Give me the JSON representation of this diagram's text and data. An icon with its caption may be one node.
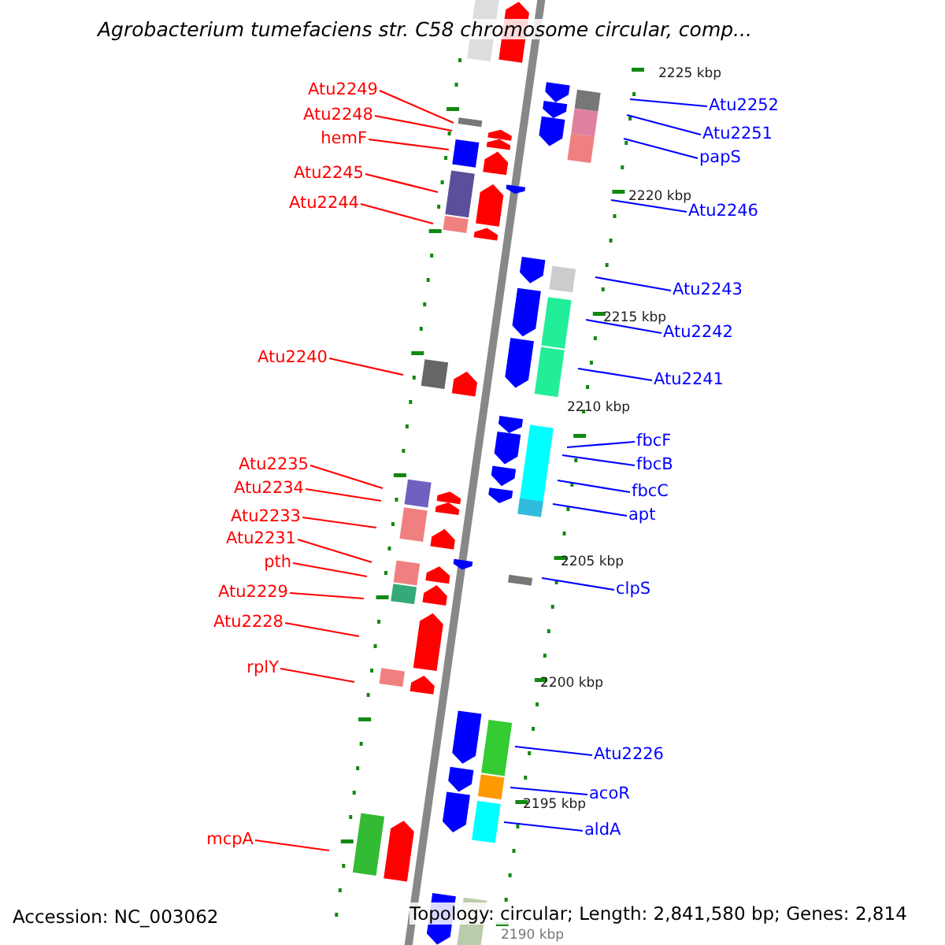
{
  "diagram": {
    "title": "Agrobacterium tumefaciens str. C58 chromosome circular, comp...",
    "nodes": [
      {
        "text": [
          "Atu2249"
        ]
      },
      {
        "text": [
          "Atu2248"
        ]
      },
      {
        "text": [
          "hemF"
        ]
      },
      {
        "text": [
          "Atu2245"
        ]
      },
      {
        "text": [
          "Atu2244"
        ]
      },
      {
        "text": [
          "Atu2240"
        ]
      },
      {
        "text": [
          "Atu2235"
        ]
      },
      {
        "text": [
          "Atu2234"
        ]
      },
      {
        "text": [
          "Atu2233"
        ]
      },
      {
        "text": [
          "Atu2231"
        ]
      },
      {
        "text": [
          "pth"
        ]
      },
      {
        "text": [
          "Atu2229"
        ]
      },
      {
        "text": [
          "Atu2228"
        ]
      },
      {
        "text": [
          "rplY"
        ]
      },
      {
        "text": [
          "mcpA"
        ]
      },
      {
        "text": [
          "Atu2252"
        ]
      },
      {
        "text": [
          "Atu2251"
        ]
      },
      {
        "text": [
          "papS"
        ]
      },
      {
        "text": [
          "Atu2246"
        ]
      },
      {
        "text": [
          "Atu2243"
        ]
      },
      {
        "text": [
          "Atu2242"
        ]
      },
      {
        "text": [
          "Atu2241"
        ]
      },
      {
        "text": [
          "fbcF"
        ]
      },
      {
        "text": [
          "fbcB"
        ]
      },
      {
        "text": [
          "fbcC"
        ]
      },
      {
        "text": [
          "apt"
        ]
      },
      {
        "text": [
          "clpS"
        ]
      },
      {
        "text": [
          "Atu2226"
        ]
      },
      {
        "text": [
          "acoR"
        ]
      },
      {
        "text": [
          "aldA"
        ]
      }
    ],
    "edges": [
      {
        "from": 0,
        "to": null,
        "arrow": "none"
      },
      {
        "from": 1,
        "to": null,
        "arrow": "none"
      },
      {
        "from": 2,
        "to": null,
        "arrow": "none"
      },
      {
        "from": 3,
        "to": null,
        "arrow": "none"
      },
      {
        "from": 4,
        "to": null,
        "arrow": "none"
      },
      {
        "from": 5,
        "to": null,
        "arrow": "none"
      },
      {
        "from": 6,
        "to": null,
        "arrow": "none"
      },
      {
        "from": 7,
        "to": null,
        "arrow": "none"
      },
      {
        "from": 8,
        "to": null,
        "arrow": "none"
      },
      {
        "from": 9,
        "to": null,
        "arrow": "none"
      },
      {
        "from": 10,
        "to": null,
        "arrow": "none"
      },
      {
        "from": 11,
        "to": null,
        "arrow": "none"
      },
      {
        "from": 12,
        "to": null,
        "arrow": "none"
      },
      {
        "from": 13,
        "to": null,
        "arrow": "none"
      },
      {
        "from": 14,
        "to": null,
        "arrow": "none"
      },
      {
        "from": 15,
        "to": null,
        "arrow": "none",
        "color": "#0000ff"
      },
      {
        "from": 16,
        "to": null,
        "arrow": "none",
        "color": "#0000ff"
      },
      {
        "from": 17,
        "to": null,
        "arrow": "none",
        "color": "#0000ff"
      },
      {
        "from": 18,
        "to": null,
        "arrow": "none",
        "color": "#0000ff"
      },
      {
        "from": 19,
        "to": null,
        "arrow": "none",
        "color": "#0000ff"
      },
      {
        "from": 20,
        "to": null,
        "arrow": "none",
        "color": "#0000ff"
      },
      {
        "from": 21,
        "to": null,
        "arrow": "none",
        "color": "#0000ff"
      },
      {
        "from": 22,
        "to": null,
        "arrow": "none",
        "color": "#0000ff"
      },
      {
        "from": 23,
        "to": null,
        "arrow": "none",
        "color": "#0000ff"
      },
      {
        "from": 24,
        "to": null,
        "arrow": "none",
        "color": "#0000ff"
      },
      {
        "from": 25,
        "to": null,
        "arrow": "none",
        "color": "#0000ff"
      },
      {
        "from": 26,
        "to": null,
        "arrow": "none",
        "color": "#0000ff"
      },
      {
        "from": 27,
        "to": null,
        "arrow": "none",
        "color": "#0000ff"
      },
      {
        "from": 28,
        "to": null,
        "arrow": "none",
        "color": "#0000ff"
      },
      {
        "from": 29,
        "to": null,
        "arrow": "none",
        "color": "#0000ff"
      }
    ],
    "labels": [
      "2225 kbp",
      "2220 kbp",
      "2215 kbp",
      "2210 kbp",
      "2205 kbp",
      "2200 kbp",
      "2195 kbp",
      "2190 kbp",
      "Accession: NC_003062",
      "Topology: circular; Length: 2,841,580 bp; Genes: 2,814"
    ]
  }
}
